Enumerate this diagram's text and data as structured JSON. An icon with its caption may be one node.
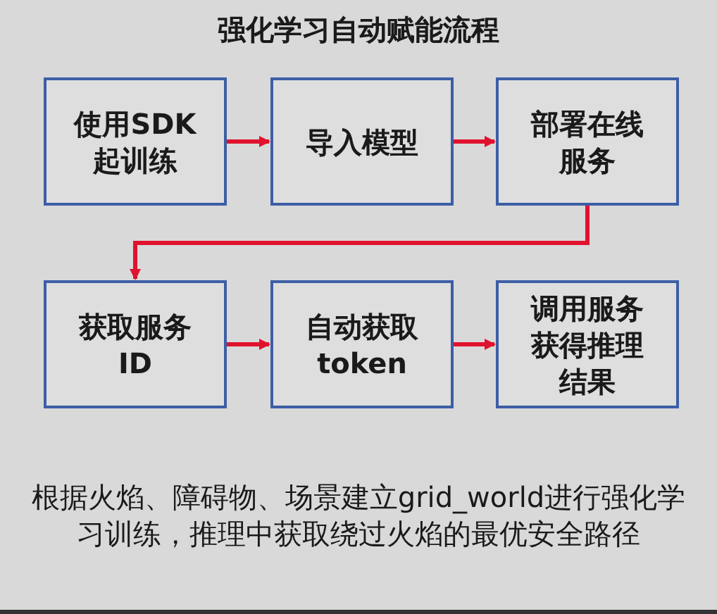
{
  "diagram": {
    "title": "强化学习自动赋能流程",
    "nodes": [
      {
        "text": [
          "使用SDK起训练"
        ]
      },
      {
        "text": [
          "导入模型"
        ]
      },
      {
        "text": [
          "部署在线服务"
        ]
      },
      {
        "text": [
          "获取服务ID"
        ]
      },
      {
        "text": [
          "自动获取token"
        ]
      },
      {
        "text": [
          "调用服务获得推理结果"
        ]
      }
    ],
    "edges": [
      {
        "from": 0,
        "to": 1,
        "arrow": "to"
      },
      {
        "from": 1,
        "to": 2,
        "arrow": "to"
      },
      {
        "from": 2,
        "to": 3,
        "arrow": "to"
      },
      {
        "from": 3,
        "to": 4,
        "arrow": "to"
      },
      {
        "from": 4,
        "to": 5,
        "arrow": "to"
      }
    ],
    "labels": [
      "根据火焰、障碍物、场景建立grid_world进行强化学习训练，推理中获取绕过火焰的最优安全路径"
    ]
  }
}
